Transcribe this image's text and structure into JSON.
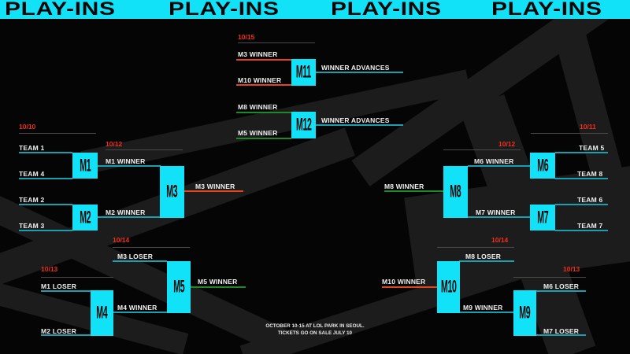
{
  "banner": {
    "titles": [
      "PLAY-INS",
      "PLAY-INS",
      "PLAY-INS",
      "PLAY-INS"
    ]
  },
  "colors": {
    "accent_cyan": "#12e2f7",
    "line_cyan": "#1a9fb0",
    "line_orange": "#e0471f",
    "line_green": "#1c8a2a",
    "date_red": "#f0301c"
  },
  "finals": {
    "date": "10/15",
    "m11": {
      "label": "M11",
      "top": "M3 WINNER",
      "bottom": "M10 WINNER",
      "result": "WINNER ADVANCES"
    },
    "m12": {
      "label": "M12",
      "top": "M8 WINNER",
      "bottom": "M5 WINNER",
      "result": "WINNER ADVANCES"
    }
  },
  "left": {
    "date_r1": "10/10",
    "date_r2": "10/12",
    "m1": {
      "label": "M1",
      "top": "TEAM 1",
      "bottom": "TEAM 4"
    },
    "m2": {
      "label": "M2",
      "top": "TEAM 2",
      "bottom": "TEAM 3"
    },
    "m3": {
      "label": "M3",
      "top": "M1 WINNER",
      "bottom": "M2 WINNER",
      "result": "M3 WINNER"
    },
    "date_r3": "10/13",
    "date_r4": "10/14",
    "m4": {
      "label": "M4",
      "top": "M1 LOSER",
      "bottom": "M2 LOSER"
    },
    "m5": {
      "label": "M5",
      "top": "M3 LOSER",
      "bottom": "M4 WINNER",
      "result": "M5 WINNER"
    }
  },
  "right": {
    "date_r1": "10/11",
    "date_r2": "10/12",
    "m6": {
      "label": "M6",
      "top": "TEAM 5",
      "bottom": "TEAM 8"
    },
    "m7": {
      "label": "M7",
      "top": "TEAM 6",
      "bottom": "TEAM 7"
    },
    "m8": {
      "label": "M8",
      "top": "M6 WINNER",
      "bottom": "M7 WINNER",
      "result": "M8 WINNER"
    },
    "date_r3": "10/13",
    "date_r4": "10/14",
    "m9": {
      "label": "M9",
      "top": "M6 LOSER",
      "bottom": "M7 LOSER"
    },
    "m10": {
      "label": "M10",
      "top": "M8 LOSER",
      "bottom": "M9 WINNER",
      "result": "M10 WINNER"
    }
  },
  "footer": {
    "line1": "OCTOBER 10-15 AT LOL PARK IN SEOUL.",
    "line2": "TICKETS GO ON SALE JULY 10"
  }
}
